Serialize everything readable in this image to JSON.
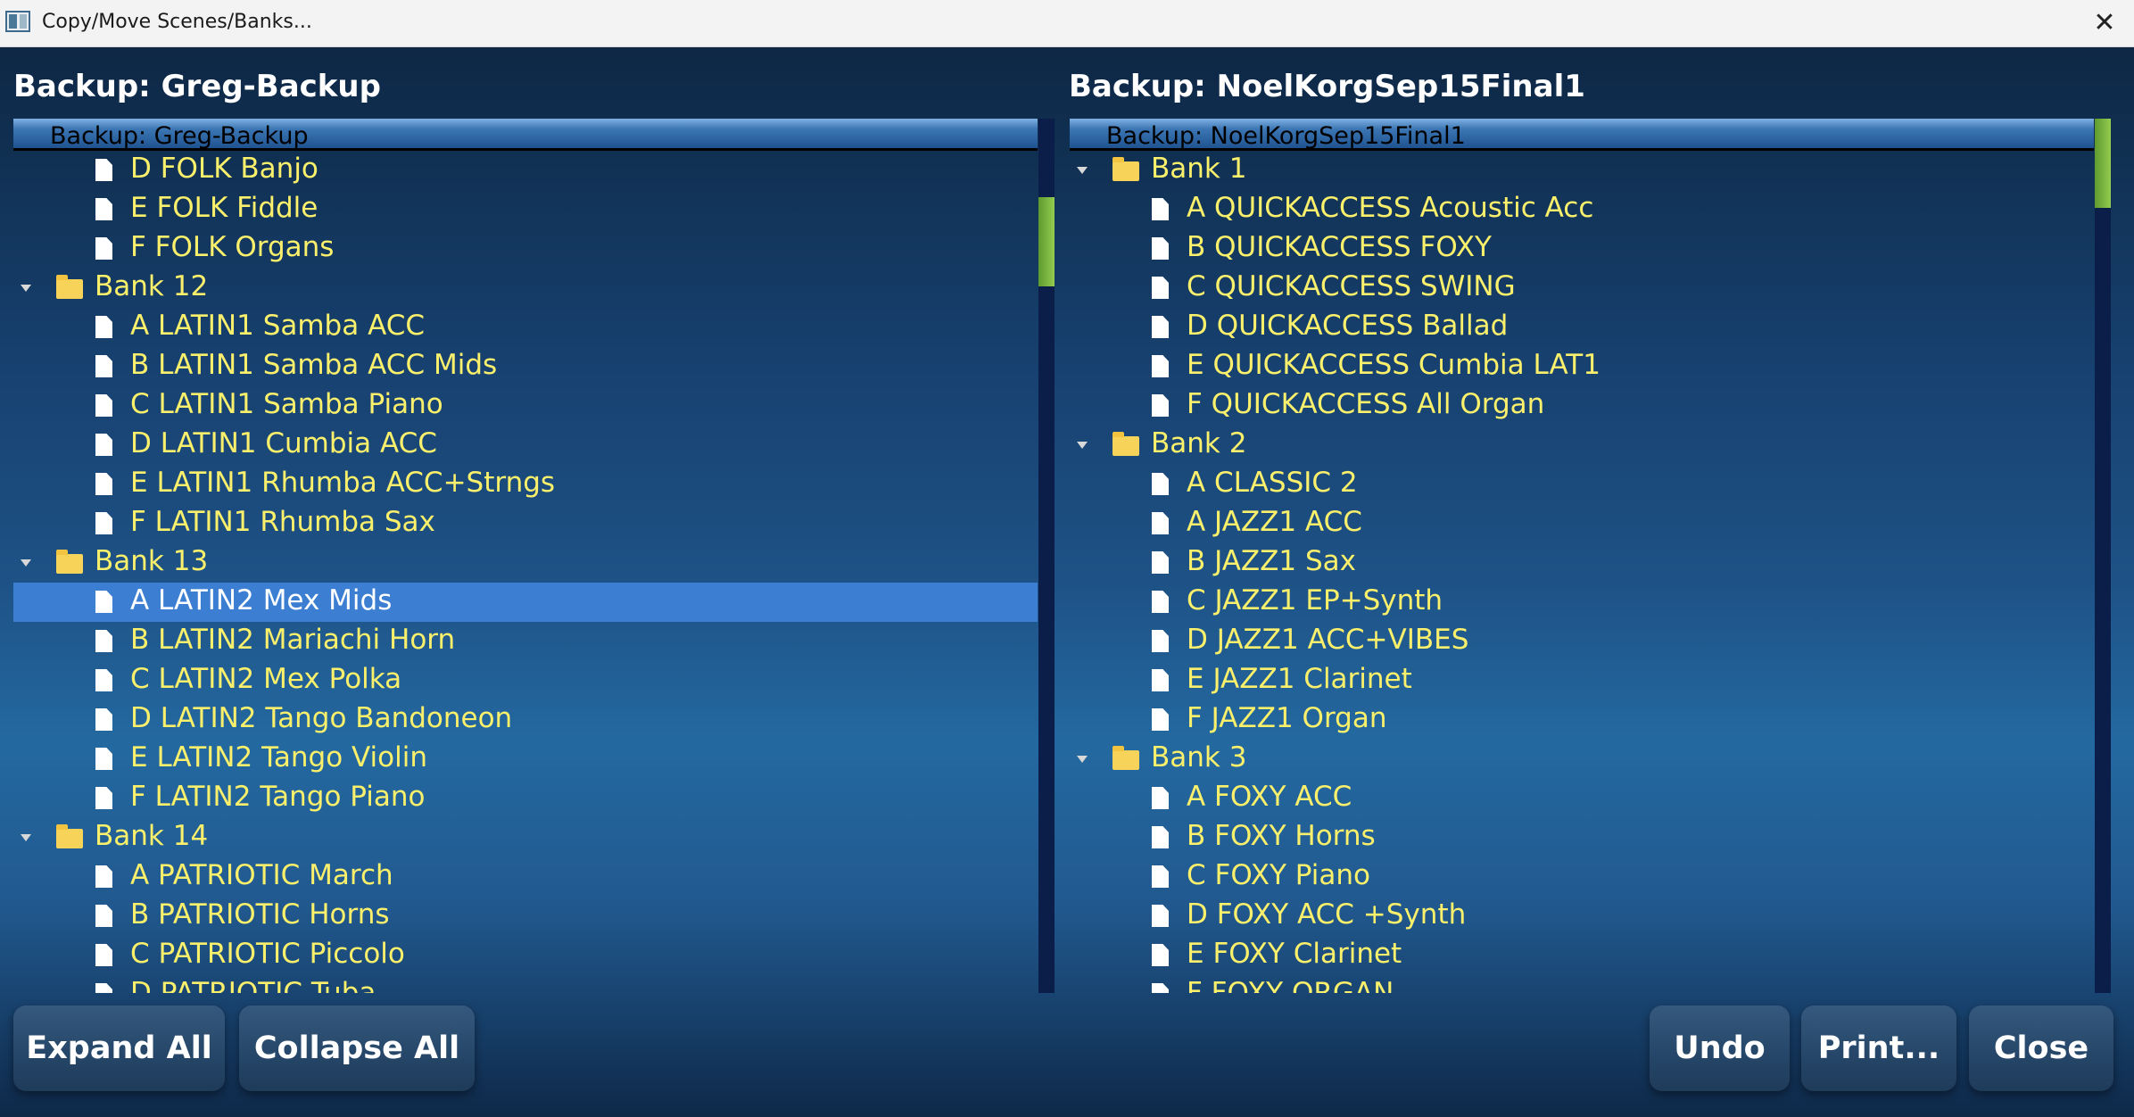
{
  "window": {
    "title": "Copy/Move Scenes/Banks...",
    "close_symbol": "✕"
  },
  "left": {
    "heading": "Backup: Greg-Backup",
    "tree_header": "Backup: Greg-Backup",
    "scroll_fraction": 0.1,
    "rows": [
      {
        "type": "file",
        "label": "D FOLK Banjo"
      },
      {
        "type": "file",
        "label": "E FOLK Fiddle"
      },
      {
        "type": "file",
        "label": "F FOLK Organs"
      },
      {
        "type": "folder",
        "label": "Bank 12",
        "expanded": true
      },
      {
        "type": "file",
        "label": "A LATIN1 Samba ACC"
      },
      {
        "type": "file",
        "label": "B LATIN1 Samba ACC Mids"
      },
      {
        "type": "file",
        "label": "C LATIN1 Samba Piano"
      },
      {
        "type": "file",
        "label": "D LATIN1 Cumbia ACC"
      },
      {
        "type": "file",
        "label": "E LATIN1 Rhumba ACC+Strngs"
      },
      {
        "type": "file",
        "label": "F LATIN1 Rhumba Sax"
      },
      {
        "type": "folder",
        "label": "Bank 13",
        "expanded": true
      },
      {
        "type": "file",
        "label": "A LATIN2 Mex Mids",
        "selected": true
      },
      {
        "type": "file",
        "label": "B LATIN2 Mariachi Horn"
      },
      {
        "type": "file",
        "label": "C LATIN2 Mex Polka"
      },
      {
        "type": "file",
        "label": "D LATIN2 Tango Bandoneon"
      },
      {
        "type": "file",
        "label": "E LATIN2 Tango Violin"
      },
      {
        "type": "file",
        "label": "F LATIN2 Tango Piano"
      },
      {
        "type": "folder",
        "label": "Bank 14",
        "expanded": true
      },
      {
        "type": "file",
        "label": "A PATRIOTIC March"
      },
      {
        "type": "file",
        "label": "B PATRIOTIC Horns"
      },
      {
        "type": "file",
        "label": "C PATRIOTIC Piccolo"
      },
      {
        "type": "file",
        "label": "D PATRIOTIC Tuba"
      }
    ]
  },
  "right": {
    "heading": "Backup: NoelKorgSep15Final1",
    "tree_header": "Backup: NoelKorgSep15Final1",
    "scroll_fraction": 0.0,
    "rows": [
      {
        "type": "folder",
        "label": "Bank 1",
        "expanded": true
      },
      {
        "type": "file",
        "label": "A QUICKACCESS Acoustic Acc"
      },
      {
        "type": "file",
        "label": "B QUICKACCESS FOXY"
      },
      {
        "type": "file",
        "label": "C QUICKACCESS SWING"
      },
      {
        "type": "file",
        "label": "D QUICKACCESS Ballad"
      },
      {
        "type": "file",
        "label": "E QUICKACCESS Cumbia LAT1"
      },
      {
        "type": "file",
        "label": "F QUICKACCESS All Organ"
      },
      {
        "type": "folder",
        "label": "Bank 2",
        "expanded": true
      },
      {
        "type": "file",
        "label": "A CLASSIC 2"
      },
      {
        "type": "file",
        "label": "A JAZZ1 ACC"
      },
      {
        "type": "file",
        "label": "B JAZZ1 Sax"
      },
      {
        "type": "file",
        "label": "C JAZZ1 EP+Synth"
      },
      {
        "type": "file",
        "label": "D JAZZ1 ACC+VIBES"
      },
      {
        "type": "file",
        "label": "E JAZZ1 Clarinet"
      },
      {
        "type": "file",
        "label": "F JAZZ1 Organ"
      },
      {
        "type": "folder",
        "label": "Bank 3",
        "expanded": true
      },
      {
        "type": "file",
        "label": "A FOXY ACC"
      },
      {
        "type": "file",
        "label": "B FOXY Horns"
      },
      {
        "type": "file",
        "label": "C FOXY Piano"
      },
      {
        "type": "file",
        "label": "D FOXY ACC +Synth"
      },
      {
        "type": "file",
        "label": "E FOXY Clarinet"
      },
      {
        "type": "file",
        "label": "F FOXY ORGAN"
      }
    ]
  },
  "buttons": {
    "expand_all": "Expand All",
    "collapse_all": "Collapse All",
    "undo": "Undo",
    "print": "Print...",
    "close": "Close"
  },
  "colors": {
    "item_text": "#fbf06b",
    "selected_bg": "#3b7ed2",
    "scroll_thumb": "#7fbf3f",
    "scroll_track": "#0b1e4a"
  }
}
